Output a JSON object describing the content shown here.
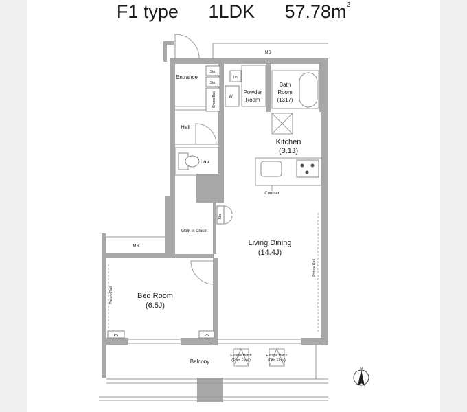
{
  "header": {
    "plan_type": "F1 type",
    "layout": "1LDK",
    "area_value": "57.78m",
    "area_unit_sup": "2"
  },
  "rooms": {
    "mb_top": "MB",
    "entrance": "Entrance",
    "sto_1": "Sto.",
    "sto_2": "Sto.",
    "shoes_box": "Shoes Box",
    "lin": "Lin.",
    "washer": "W",
    "powder_room": {
      "line1": "Powder",
      "line2": "Room"
    },
    "bath_room": {
      "line1": "Bath",
      "line2": "Room",
      "line3": "(1317)"
    },
    "hall": "Hall",
    "lav": "Lav.",
    "kitchen": {
      "name": "Kitchen",
      "size": "(3.1J)"
    },
    "counter": "Counter",
    "sto_3": "Sto.",
    "walk_in_closet": "Walk-in Closet",
    "mb_left": "MB",
    "living_dining": {
      "name": "Living Dining",
      "size": "(14.4J)"
    },
    "picture_rail_right": "Picture Rail",
    "bed_room": {
      "name": "Bed Room",
      "size": "(6.5J)"
    },
    "picture_rail_left": "Picture Rail",
    "ps_1": "PS",
    "ps_2": "PS",
    "balcony": "Balcony",
    "escape_hatch_even": {
      "line1": "Escape Hatch",
      "line2": "(Even Floor)"
    },
    "escape_hatch_odd": {
      "line1": "Escape Hatch",
      "line2": "(Odd Floor)"
    }
  },
  "compass": {
    "label": "N"
  },
  "colors": {
    "background": "#efefef",
    "panel": "#ffffff",
    "wall": "#a8a8a8",
    "text": "#222222"
  }
}
